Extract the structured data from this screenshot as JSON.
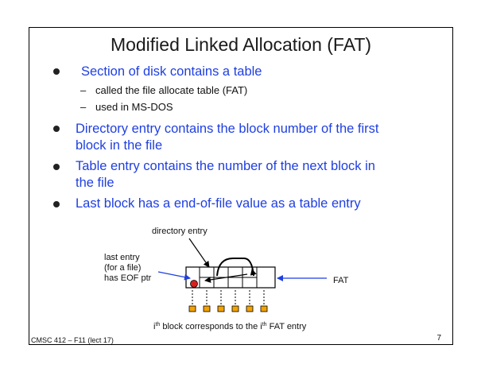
{
  "slide": {
    "title": "Modified Linked Allocation (FAT)",
    "bullets": [
      "Section of disk contains a table",
      "Directory entry contains the block number of the first",
      "block in the file",
      "Table entry contains the number of the next block in",
      "the file",
      "Last block has a end-of-file value as a table entry"
    ],
    "sub_bullets": [
      "called the file allocate table (FAT)",
      "used in MS-DOS"
    ],
    "dash": "–"
  },
  "diagram": {
    "directory_label": "directory entry",
    "last_entry_lines": [
      "last entry",
      "(for a file)",
      "has EOF ptr"
    ],
    "fat_label": "FAT",
    "caption_start": "i",
    "caption_sup": "th",
    "caption_mid": " block corresponds to the i",
    "caption_sup2": "th",
    "caption_end": " FAT entry",
    "colors": {
      "blue": "#1f3fe0",
      "eof_dot": "#d81e1e",
      "block": "#f2a300"
    }
  },
  "footer": {
    "course": "CMSC 412 – F11 (lect 17)",
    "page": "7"
  }
}
